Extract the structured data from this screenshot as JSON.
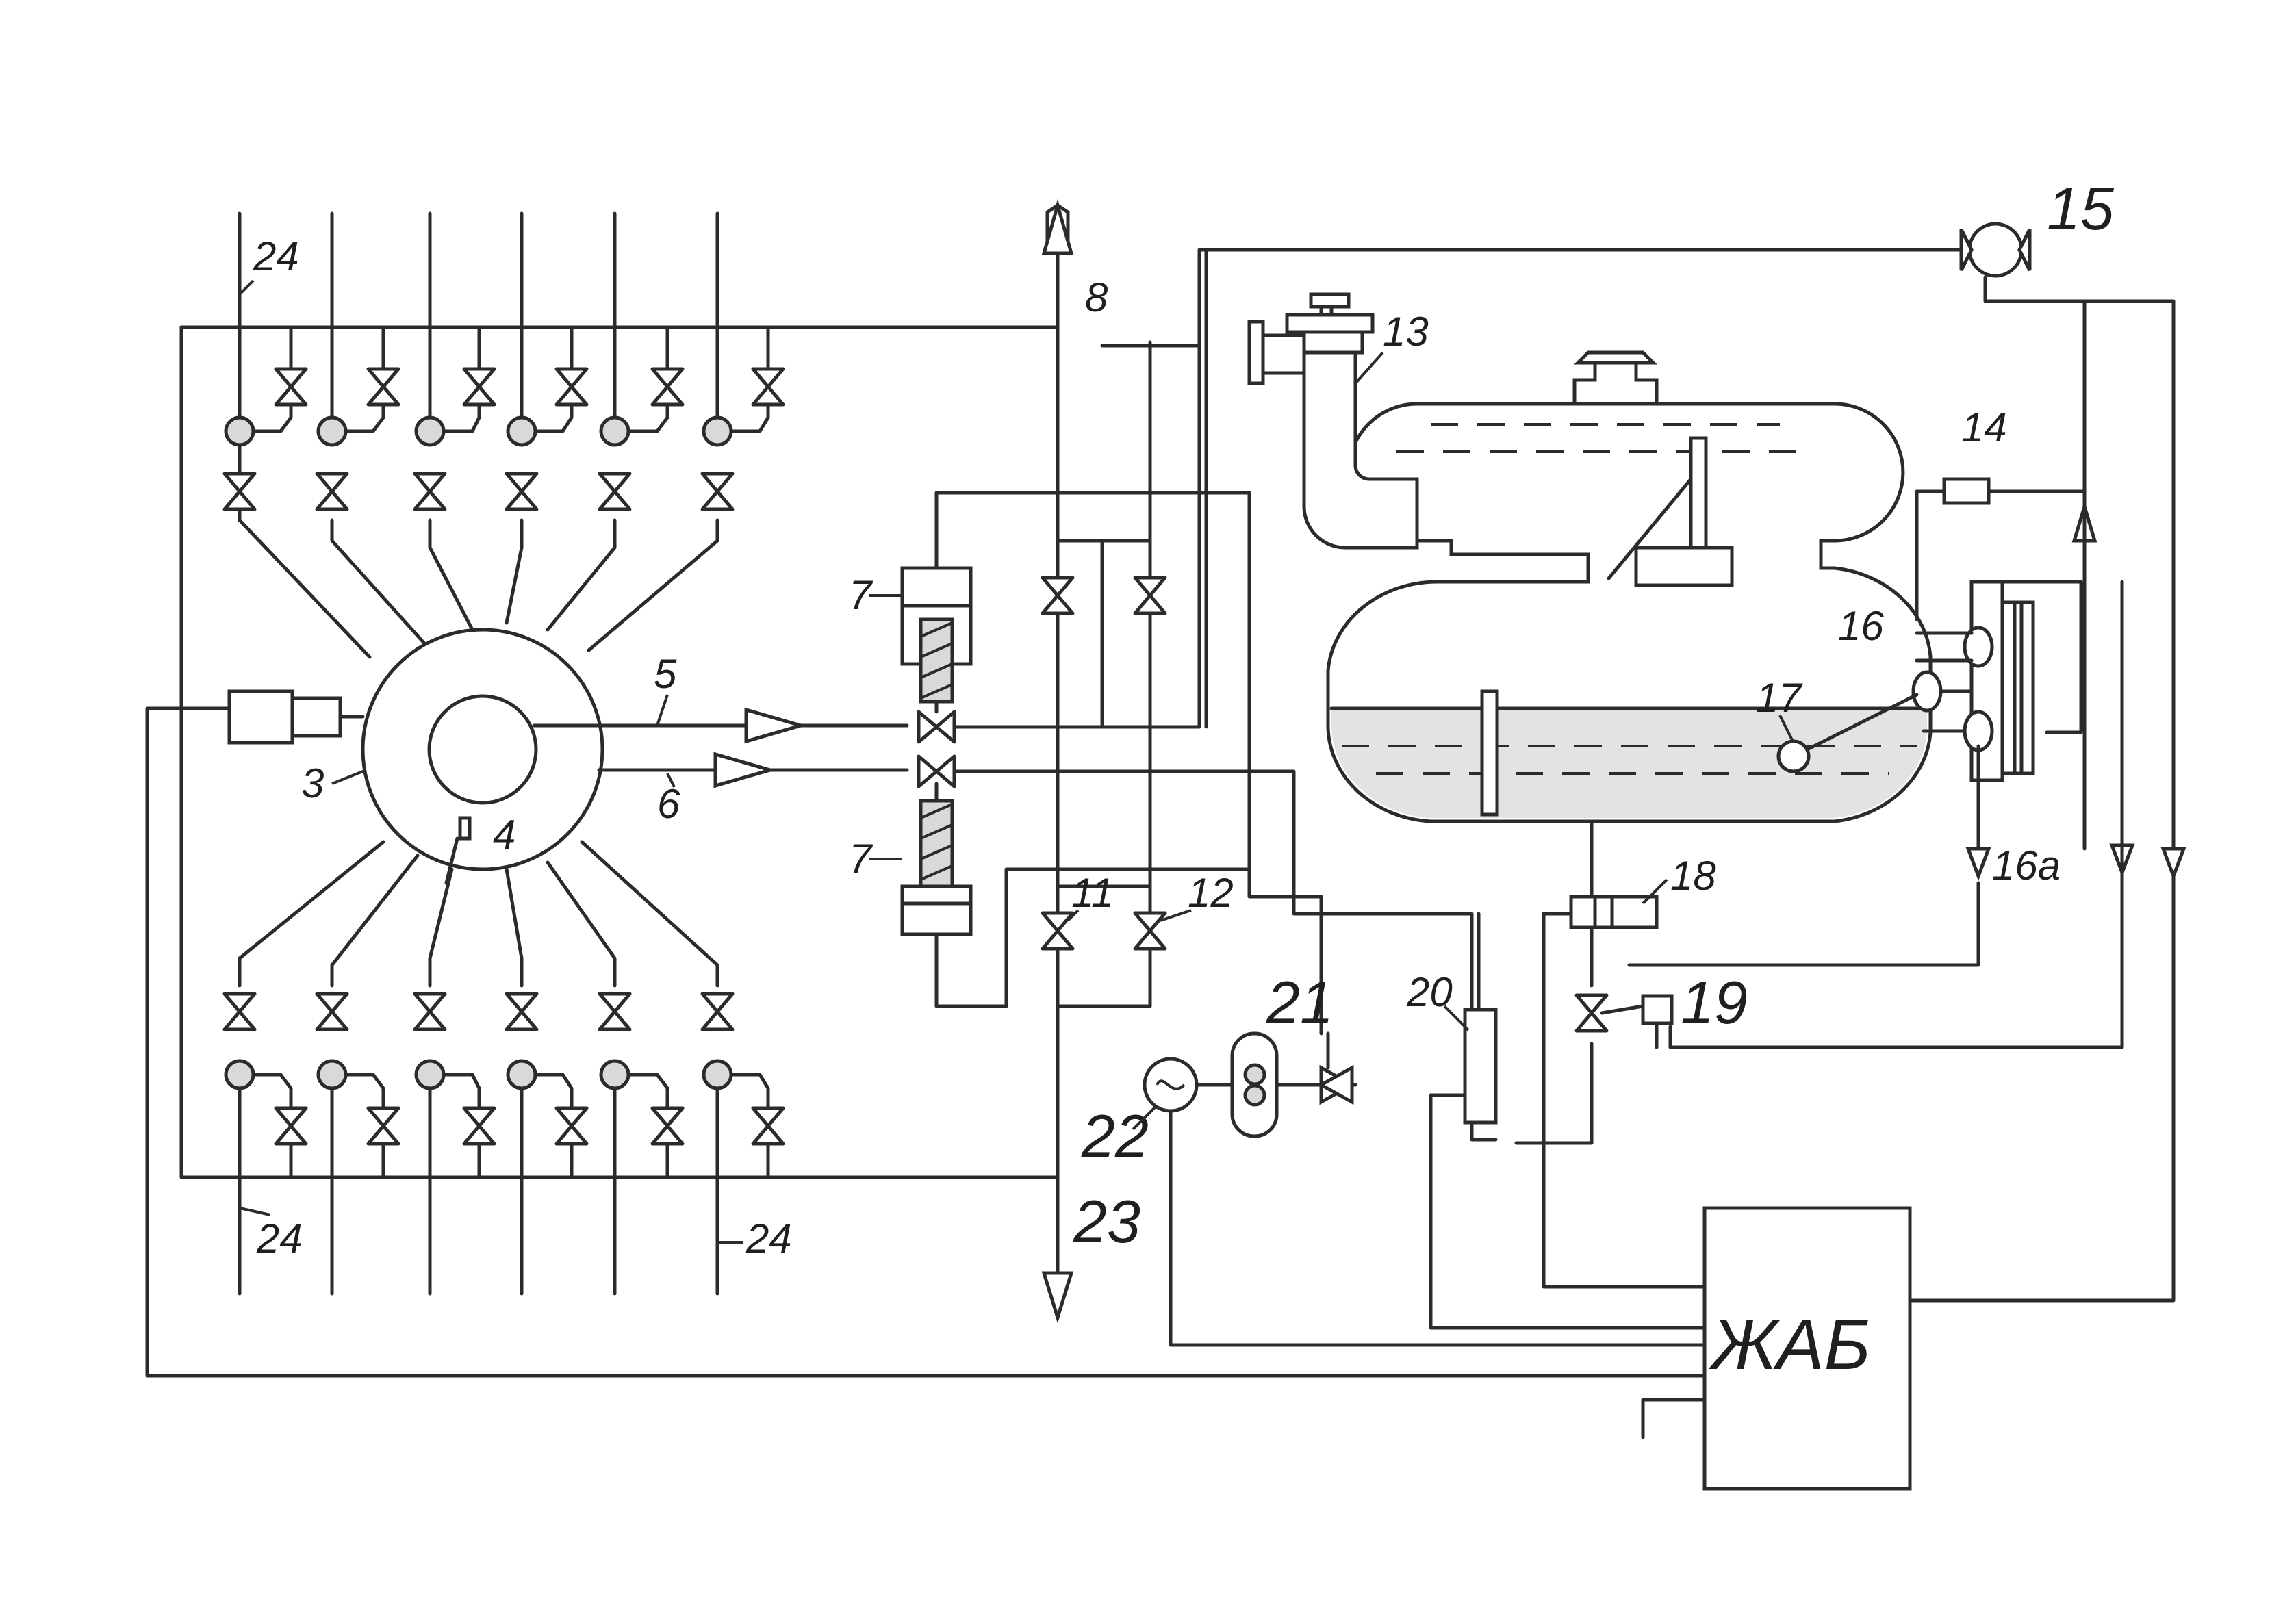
{
  "labels": {
    "l24": "24",
    "l8": "8",
    "l13": "13",
    "l15": "15",
    "l14": "14",
    "l16": "16",
    "l16a": "16a",
    "l17": "17",
    "l7": "7",
    "l5": "5",
    "l6": "6",
    "l3": "3",
    "l4": "4",
    "l11": "11",
    "l12": "12",
    "l18": "18",
    "l19": "19",
    "l20": "20",
    "l21": "21",
    "l22": "22",
    "l23": "23",
    "jab": "ЖАБ"
  }
}
